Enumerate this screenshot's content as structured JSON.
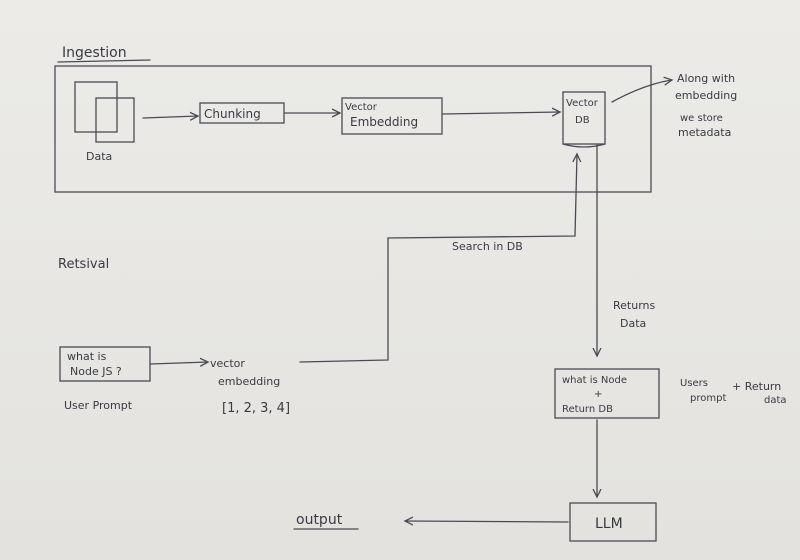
{
  "sections": {
    "ingestion": "Ingestion",
    "retrieval": "Retsival"
  },
  "ingestion": {
    "data_label": "Data",
    "chunking": "Chunking",
    "vector_line1": "Vector",
    "vector_line2": "Embedding",
    "db_line1": "Vector",
    "db_line2": "DB",
    "note_line1": "Along with",
    "note_line2": "embedding",
    "note_line3": "we store",
    "note_line4": "metadata"
  },
  "retrieval": {
    "prompt_line1": "what is",
    "prompt_line2": "Node JS ?",
    "prompt_caption": "User Prompt",
    "vec_line1": "vector",
    "vec_line2": "embedding",
    "vec_values": "[1, 2, 3, 4]",
    "search_label": "Search in DB",
    "returns_line1": "Returns",
    "returns_line2": "Data",
    "combined_line1": "what is Node",
    "combined_plus": "+",
    "combined_line2": "Return DB",
    "combined_note1": "Users",
    "combined_note2": "prompt",
    "combined_note_plus": "+ Return",
    "combined_note_data": "data",
    "llm": "LLM",
    "output": "output"
  }
}
